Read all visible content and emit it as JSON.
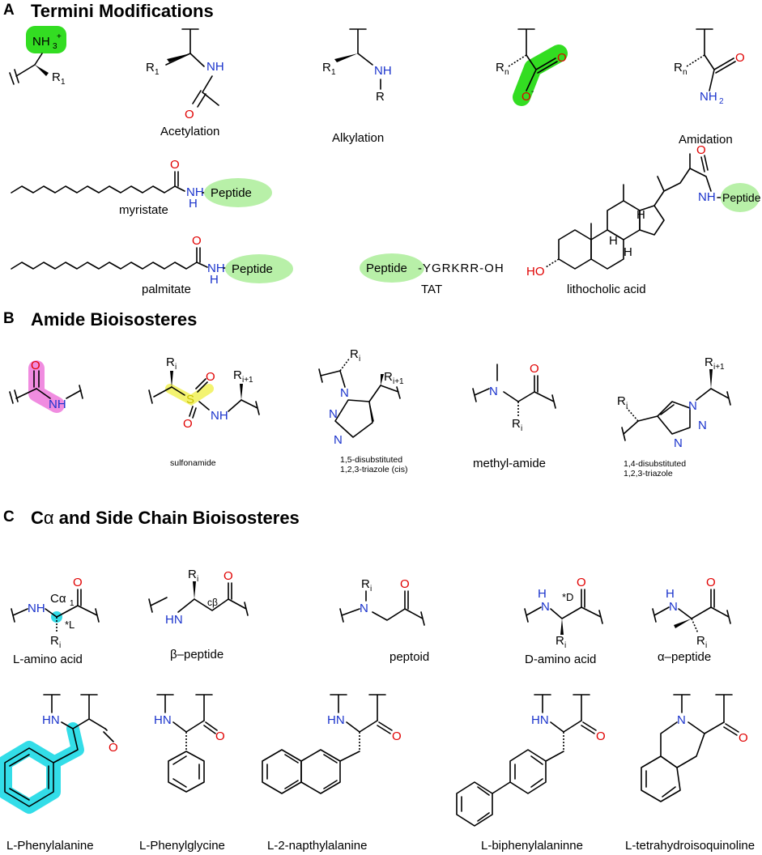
{
  "panels": {
    "a": {
      "letter": "A",
      "title": "Termini Modifications"
    },
    "b": {
      "letter": "B",
      "title": "Amide Bioisosteres"
    },
    "c": {
      "letter": "C",
      "title_prefix": "C",
      "title_alpha": "α",
      "title_rest": " and Side Chain Bioisosteres"
    }
  },
  "labels_a": {
    "acetylation": "Acetylation",
    "alkylation": "Alkylation",
    "amidation": "Amidation",
    "myristate": "myristate",
    "palmitate": "palmitate",
    "tat": "TAT",
    "lithocholic": "lithocholic acid"
  },
  "labels_b": {
    "sulfonamide": "sulfonamide",
    "tri15_l1": "1,5-disubstituted",
    "tri15_l2": "1,2,3-triazole (cis)",
    "methylamide": "methyl-amide",
    "tri14_l1": "1,4-disubstituted",
    "tri14_l2": "1,2,3-triazole"
  },
  "labels_c": {
    "lamino": "L-amino acid",
    "betapep": "β–peptide",
    "peptoid": "peptoid",
    "damino": "D-amino acid",
    "alphapep": "α–peptide",
    "lphe": "L-Phenylalanine",
    "lphg": "L-Phenylglycine",
    "lnap": "L-2-napthylalanine",
    "lbip": "L-biphenylalaninne",
    "ltic": "L-tetrahydroisoquinoline"
  },
  "atoms": {
    "nh3": "NH",
    "nh3_sub": "3",
    "nh3_sup": "+",
    "r": "R",
    "r1_sub": "1",
    "rn_sub": "n",
    "ri_sub": "i",
    "ri1_sub": "i+1",
    "nh": "NH",
    "hn": "HN",
    "n": "N",
    "h": "H",
    "o": "O",
    "ominus": "O",
    "minus": "-",
    "nh2": "NH",
    "nh2_sub": "2",
    "s": "S",
    "ho": "HO",
    "peptide": "Peptide",
    "tat_seq": "-YGRKRR-OH",
    "calpha_c": "Cα",
    "calpha_sub": "1",
    "cbeta": "cβ",
    "star_l": "*L",
    "star_d": "*D"
  },
  "colors": {
    "nitrogen": "#1a33cc",
    "oxygen": "#e00000",
    "sulfur": "#c9c000",
    "highlight_green": "#33dd22",
    "peptide_green": "#b8f0a8",
    "highlight_pink": "#f08ce0",
    "highlight_cyan": "#33dde8"
  }
}
